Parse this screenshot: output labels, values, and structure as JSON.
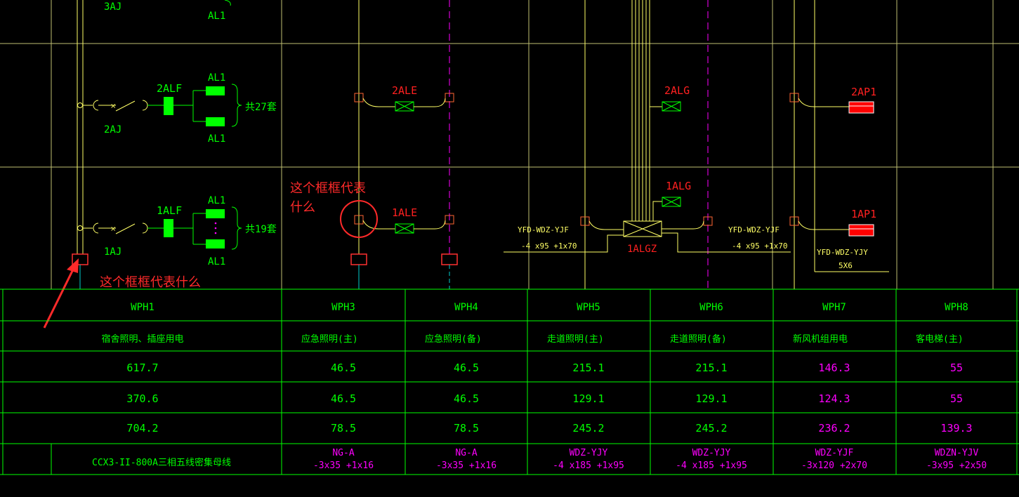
{
  "colors": {
    "background": "#000000",
    "grid": "#ffff99",
    "green": "#00ff00",
    "red": "#ff2020",
    "magenta": "#ff00ff",
    "yellow": "#ffff66",
    "cyan": "#00cccc",
    "annotation": "#ff2a2a"
  },
  "circuits": {
    "top_partial_left": "3AJ",
    "top_partial_right": "AL1",
    "row2": {
      "switch": "2AJ",
      "box": "2ALF",
      "al_top": "AL1",
      "al_bottom": "AL1",
      "count": "共27套"
    },
    "row3": {
      "switch": "1AJ",
      "box": "1ALF",
      "al_top": "AL1",
      "al_bottom": "AL1",
      "count": "共19套"
    }
  },
  "labels": {
    "ale2": "2ALE",
    "ale1": "1ALE",
    "alg2": "2ALG",
    "alg1": "1ALG",
    "algz": "1ALGZ",
    "ap2": "2AP1",
    "ap1": "1AP1",
    "cable_left_1": "YFD-WDZ-YJF",
    "cable_left_2": "-4 x95 +1x70",
    "cable_mid_1": "YFD-WDZ-YJF",
    "cable_mid_2": "-4 x95 +1x70",
    "cable_right_1": "YFD-WDZ-YJY",
    "cable_right_2": "5X6"
  },
  "annotations": {
    "note_middle_1": "这个框框代表",
    "note_middle_2": "什么",
    "note_left": "这个框框代表什么"
  },
  "table": {
    "headers": [
      "WPH1",
      "WPH3",
      "WPH4",
      "WPH5",
      "WPH6",
      "WPH7",
      "WPH8"
    ],
    "purpose": [
      "宿舍照明、插座用电",
      "应急照明(主)",
      "应急照明(备)",
      "走道照明(主)",
      "走道照明(备)",
      "新风机组用电",
      "客电梯(主)"
    ],
    "row1": [
      "617.7",
      "46.5",
      "46.5",
      "215.1",
      "215.1",
      "146.3",
      "55"
    ],
    "row2": [
      "370.6",
      "46.5",
      "46.5",
      "129.1",
      "129.1",
      "124.3",
      "55"
    ],
    "row3": [
      "704.2",
      "78.5",
      "78.5",
      "245.2",
      "245.2",
      "236.2",
      "139.3"
    ],
    "cable_line1": [
      "CCX3-II-800A三相五线密集母线",
      "NG-A",
      "NG-A",
      "WDZ-YJY",
      "WDZ-YJY",
      "WDZ-YJF",
      "WDZN-YJV"
    ],
    "cable_line2": [
      "",
      "-3x35 +1x16",
      "-3x35 +1x16",
      "-4 x185 +1x95",
      "-4 x185 +1x95",
      "-3x120 +2x70",
      "-3x95 +2x50"
    ]
  }
}
